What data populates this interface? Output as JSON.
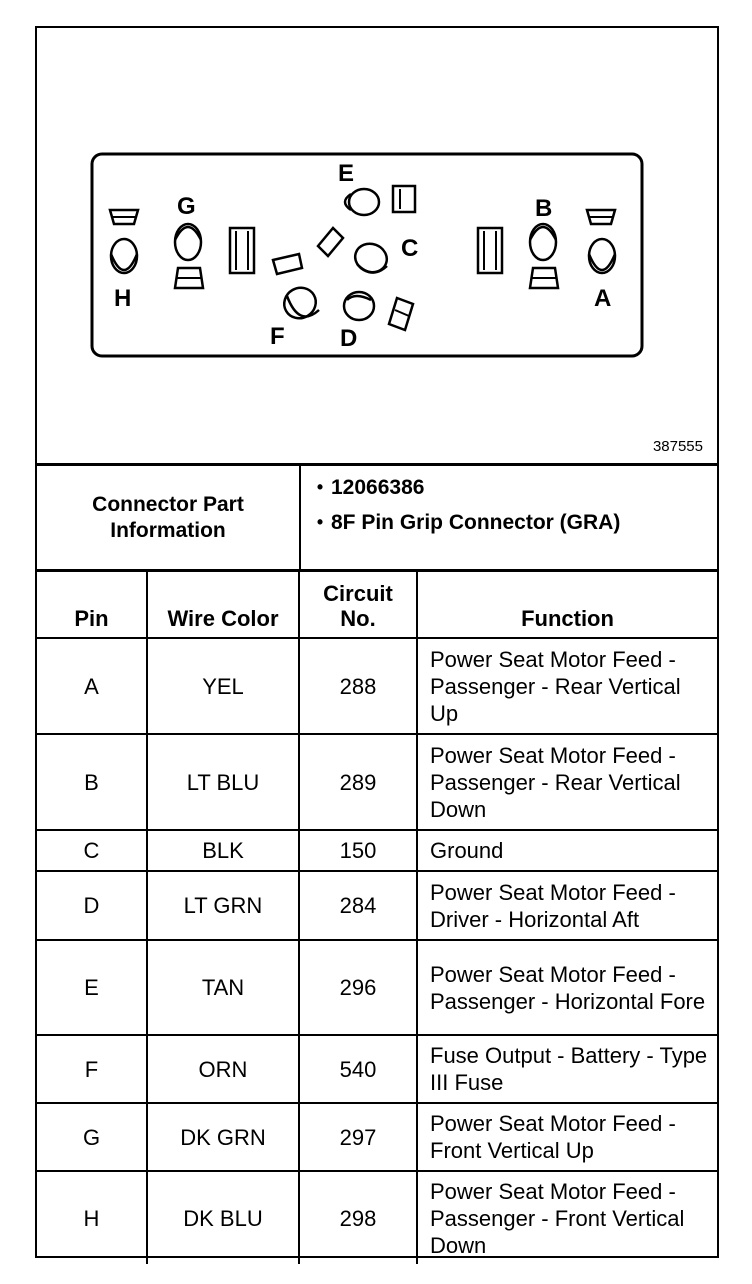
{
  "figure": {
    "pin_labels": [
      "A",
      "B",
      "C",
      "D",
      "E",
      "F",
      "G",
      "H"
    ],
    "figure_number": "387555"
  },
  "connector_info": {
    "label": "Connector Part Information",
    "items": [
      "12066386",
      "8F Pin Grip Connector (GRA)"
    ],
    "bullet": "•"
  },
  "table": {
    "headers": {
      "pin": "Pin",
      "wire_color": "Wire Color",
      "circuit": "Circuit No.",
      "function": "Function"
    },
    "rows": [
      {
        "pin": "A",
        "wire_color": "YEL",
        "circuit": "288",
        "function": "Power Seat Motor Feed - Passenger - Rear Vertical Up"
      },
      {
        "pin": "B",
        "wire_color": "LT BLU",
        "circuit": "289",
        "function": "Power Seat Motor Feed - Passenger - Rear Vertical Down"
      },
      {
        "pin": "C",
        "wire_color": "BLK",
        "circuit": "150",
        "function": "Ground"
      },
      {
        "pin": "D",
        "wire_color": "LT GRN",
        "circuit": "284",
        "function": "Power Seat Motor Feed - Driver - Horizontal Aft"
      },
      {
        "pin": "E",
        "wire_color": "TAN",
        "circuit": "296",
        "function": "Power Seat Motor Feed - Passenger - Horizontal Fore"
      },
      {
        "pin": "F",
        "wire_color": "ORN",
        "circuit": "540",
        "function": "Fuse Output - Battery - Type III Fuse"
      },
      {
        "pin": "G",
        "wire_color": "DK GRN",
        "circuit": "297",
        "function": "Power Seat Motor Feed - Front Vertical Up"
      },
      {
        "pin": "H",
        "wire_color": "DK BLU",
        "circuit": "298",
        "function": "Power Seat Motor Feed - Passenger - Front Vertical Down"
      }
    ]
  }
}
